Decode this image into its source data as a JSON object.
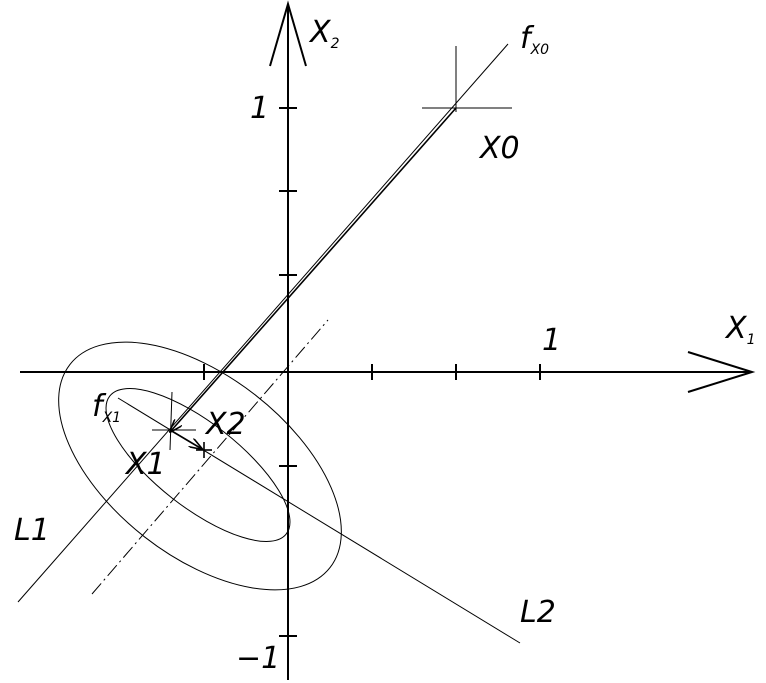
{
  "axes": {
    "x_label": "X",
    "x_label_sub": "1",
    "y_label": "X",
    "y_label_sub": "2",
    "x_tick_label": "1",
    "y_tick_label_pos": "1",
    "y_tick_label_neg": "−1"
  },
  "points": {
    "x0": "X0",
    "x1": "X1",
    "x2": "X2"
  },
  "gradients": {
    "f_x0": "f",
    "f_x0_sub": "X0",
    "f_x1": "f",
    "f_x1_sub": "X1"
  },
  "lines": {
    "l1": "L1",
    "l2": "L2"
  }
}
